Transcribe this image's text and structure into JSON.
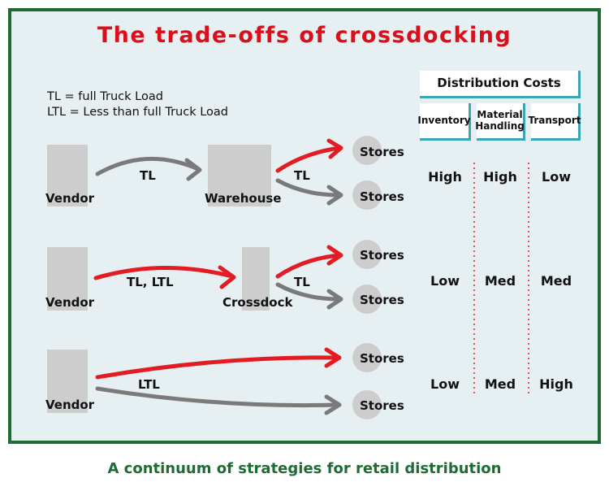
{
  "title": "The trade-offs of crossdocking",
  "legend": [
    "TL = full Truck Load",
    "LTL = Less than full Truck Load"
  ],
  "colors": {
    "frame": "#1f6b33",
    "title": "#d9101c",
    "red_arrow": "#e31b23",
    "gray_arrow": "#7a7a7a",
    "header_accent": "#3aa6b5"
  },
  "costs": {
    "header": "Distribution Costs",
    "columns": [
      "Inventory",
      "Material Handling",
      "Transport"
    ]
  },
  "strategies": [
    {
      "source": "Vendor",
      "hub": "Warehouse",
      "inbound_label": "TL",
      "outbound_label": "TL",
      "stores": [
        "Stores",
        "Stores"
      ],
      "costs": [
        "High",
        "High",
        "Low"
      ]
    },
    {
      "source": "Vendor",
      "hub": "Crossdock",
      "inbound_label": "TL, LTL",
      "outbound_label": "TL",
      "stores": [
        "Stores",
        "Stores"
      ],
      "costs": [
        "Low",
        "Med",
        "Med"
      ]
    },
    {
      "source": "Vendor",
      "direct_label": "LTL",
      "stores": [
        "Stores",
        "Stores"
      ],
      "costs": [
        "Low",
        "Med",
        "High"
      ]
    }
  ],
  "caption": "A continuum of strategies for retail distribution"
}
